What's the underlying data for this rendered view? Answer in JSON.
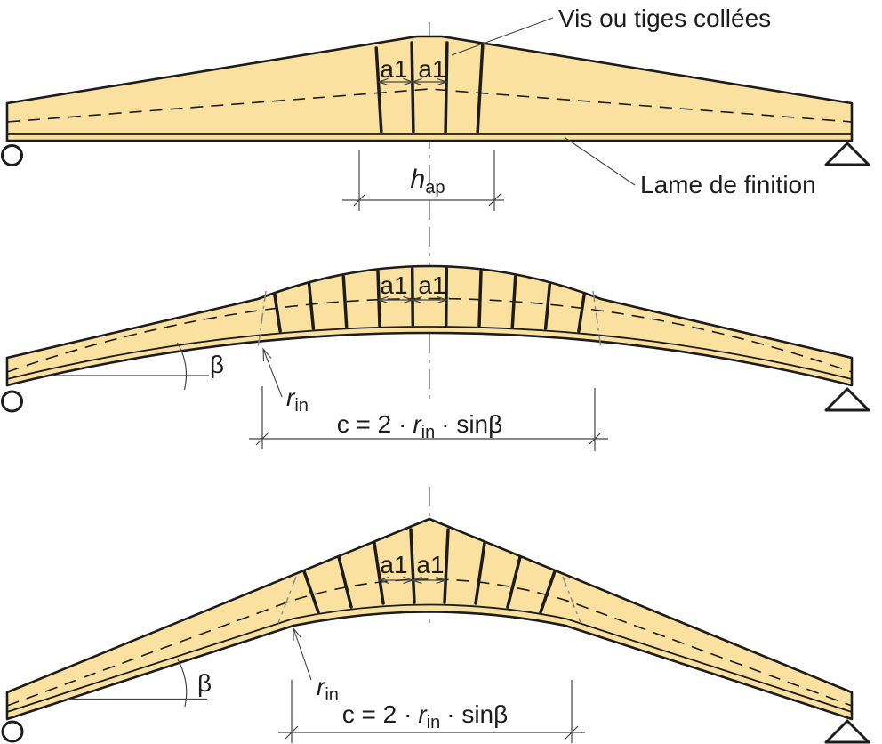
{
  "colors": {
    "wood": "#FAE1A0",
    "outline": "#1C1C1C",
    "dim": "#444444",
    "centerline": "#8A8A8A",
    "text": "#1C1C1C"
  },
  "figure1": {
    "screws_label": "Vis ou tiges collées",
    "lamella_label": "Lame de finition",
    "a1_left": "a1",
    "a1_right": "a1",
    "hap_base": "h",
    "hap_sub": "ap"
  },
  "figure2": {
    "a1_left": "a1",
    "a1_right": "a1",
    "beta": "β",
    "rin_base": "r",
    "rin_sub": "in",
    "c_prefix": "c = 2 ·",
    "c_r": "r",
    "c_r_sub": "in",
    "c_suffix": "· sinβ"
  },
  "figure3": {
    "a1_left": "a1",
    "a1_right": "a1",
    "beta": "β",
    "rin_base": "r",
    "rin_sub": "in",
    "c_prefix": "c = 2 ·",
    "c_r": "r",
    "c_r_sub": "in",
    "c_suffix": "· sinβ"
  }
}
